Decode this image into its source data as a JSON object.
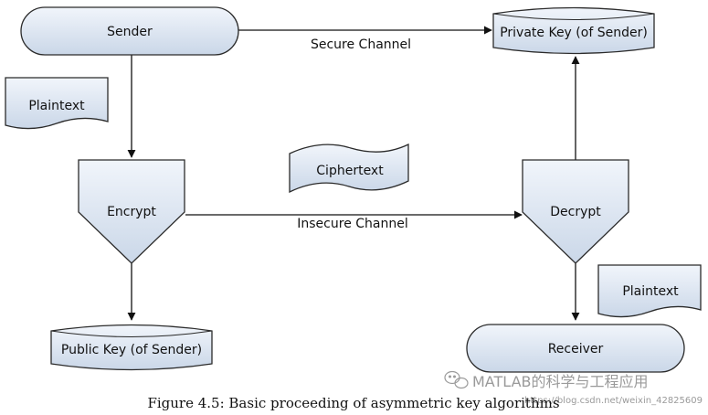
{
  "nodes": {
    "sender": "Sender",
    "private_key": "Private Key (of Sender)",
    "plaintext_top": "Plaintext",
    "ciphertext": "Ciphertext",
    "encrypt": "Encrypt",
    "decrypt": "Decrypt",
    "plaintext_bottom": "Plaintext",
    "public_key": "Public Key (of Sender)",
    "receiver": "Receiver"
  },
  "edges": {
    "secure_channel": "Secure Channel",
    "insecure_channel": "Insecure Channel"
  },
  "caption": "Figure 4.5: Basic proceeding of asymmetric key algorithms",
  "watermark": {
    "brand": "MATLAB的科学与工程应用",
    "url": "https://blog.csdn.net/weixin_42825609"
  },
  "colors": {
    "node_fill_top": "#f1f5fb",
    "node_fill_bottom": "#cad7e8",
    "stroke": "#2b2b2b"
  }
}
